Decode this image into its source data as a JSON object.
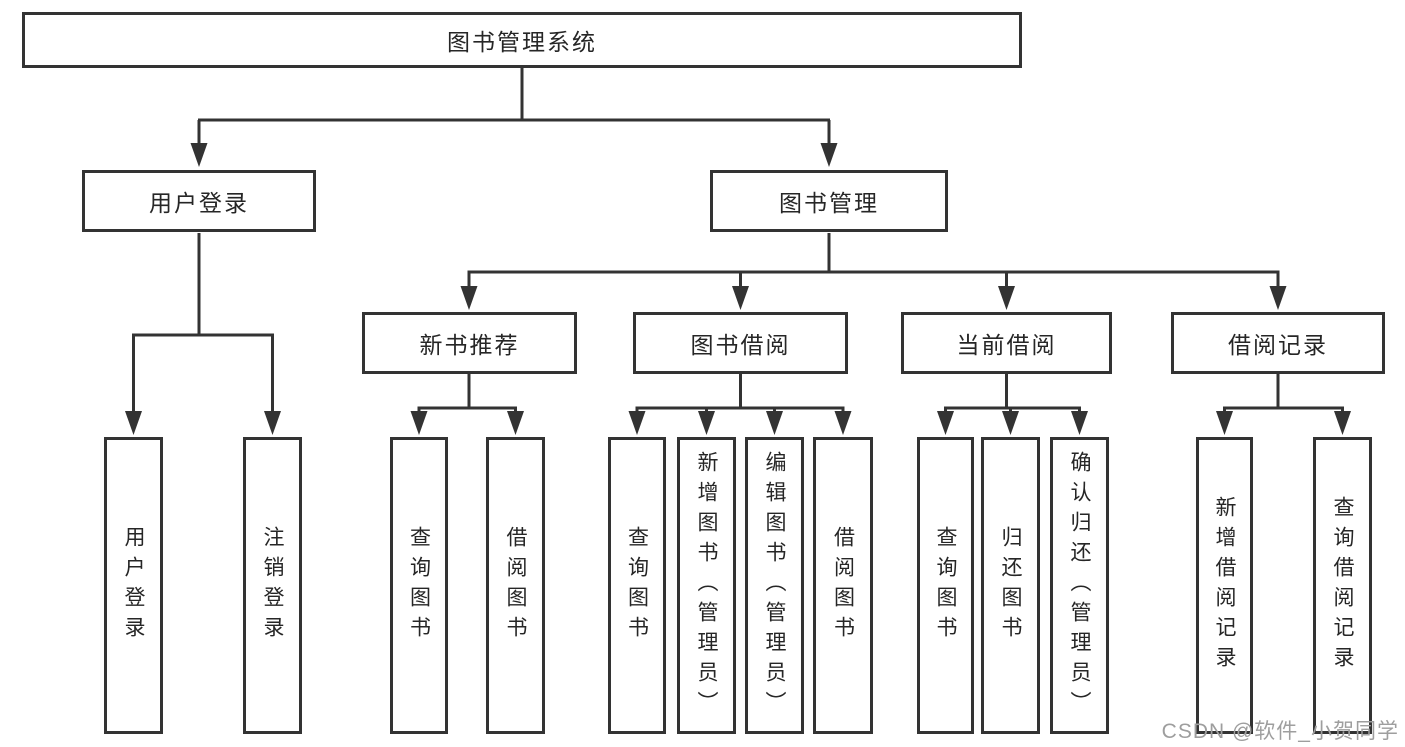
{
  "colors": {
    "line": "#333333",
    "text": "#262626",
    "watermark_gray": "#9e9e9e",
    "background": "#ffffff"
  },
  "watermark": "CSDN @软件_小贺同学",
  "tree": {
    "root": "图书管理系统",
    "branches": [
      {
        "label": "用户登录",
        "children": [
          "用户登录",
          "注销登录"
        ]
      },
      {
        "label": "图书管理",
        "groups": [
          {
            "label": "新书推荐",
            "children": [
              "查询图书",
              "借阅图书"
            ]
          },
          {
            "label": "图书借阅",
            "children": [
              "查询图书",
              "新增图书（管理员）",
              "编辑图书（管理员）",
              "借阅图书"
            ]
          },
          {
            "label": "当前借阅",
            "children": [
              "查询图书",
              "归还图书",
              "确认归还（管理员）"
            ]
          },
          {
            "label": "借阅记录",
            "children": [
              "新增借阅记录",
              "查询借阅记录"
            ]
          }
        ]
      }
    ]
  }
}
